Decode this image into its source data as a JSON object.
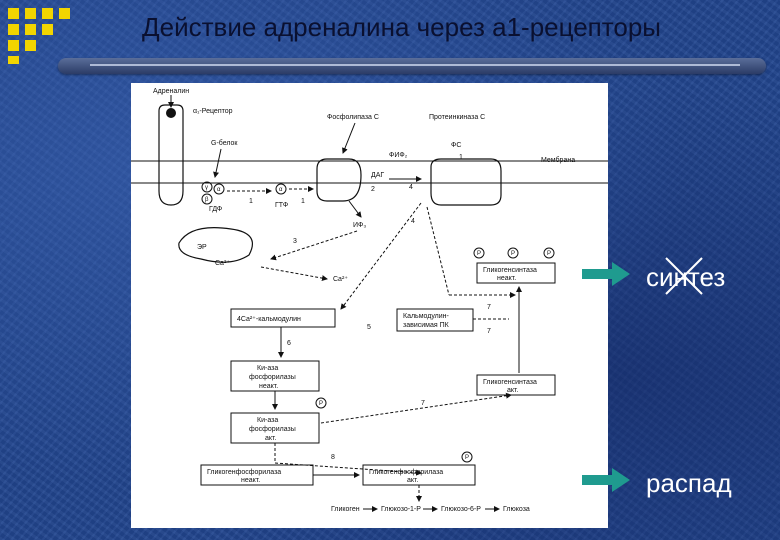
{
  "slide": {
    "title": "Действие адреналина через а1-рецепторы",
    "side_label_synthesis": "синтез",
    "side_label_breakdown": "распад",
    "colors": {
      "accent_yellow": "#f2d500",
      "arrow_teal": "#1f9b8f"
    }
  },
  "diagram": {
    "adrenaline": "Адреналин",
    "receptor": "α₁-Рецептор",
    "phospholipase": "Фосфолипаза С",
    "proteinkinase": "Протеинкиназа С",
    "g_protein": "G-белок",
    "membrane": "Мембрана",
    "pip2": "ФИФ₂",
    "dag": "ДАГ",
    "ip3": "ИФ₃",
    "ps": "ФС",
    "gdp": "ГДФ",
    "gtp": "ГТФ",
    "er": "ЭР",
    "ca_er": "Ca²⁺",
    "ca": "Ca²⁺",
    "calmodulin": "4Ca²⁺-кальмодулин",
    "calmodulin_pk": [
      "Кальмодулин-",
      "зависимая ПК"
    ],
    "gs_inact": [
      "Гликогенсинтаза",
      "неакт."
    ],
    "gs_act": [
      "Гликогенсинтаза",
      "акт."
    ],
    "kinase_inact": [
      "Ки-аза",
      "фосфорилазы",
      "неакт."
    ],
    "kinase_act": [
      "Ки-аза",
      "фосфорилазы",
      "акт."
    ],
    "gp_inact": [
      "Гликогенфосфорилаза",
      "неакт."
    ],
    "gp_act": [
      "Гликогенфосфорилаза",
      "акт."
    ],
    "pathway": [
      "Гликоген",
      "Глюкозо-1-Р",
      "Глюкозо-6-Р",
      "Глюкоза"
    ],
    "p": "P",
    "alpha": "α",
    "beta": "β",
    "gamma": "γ",
    "nums": {
      "n1": "1",
      "n2": "2",
      "n3": "3",
      "n4": "4",
      "n5": "5",
      "n6": "6",
      "n7": "7",
      "n8": "8"
    }
  }
}
